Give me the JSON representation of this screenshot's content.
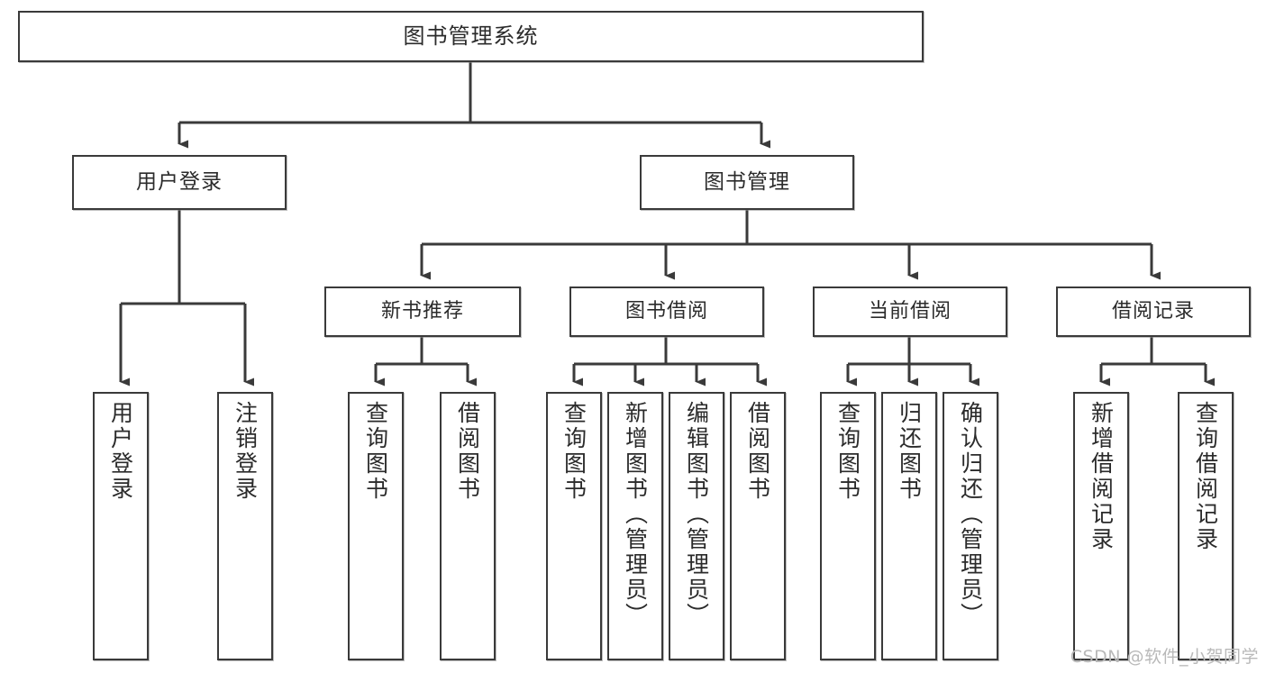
{
  "diagram": {
    "title": "图书管理系统",
    "type": "tree-hierarchy-diagram",
    "colors": {
      "box_border": "#3a3a3a",
      "box_fill": "#ffffff",
      "edge": "#3a3a3a",
      "text": "#2b2b2b",
      "background": "#ffffff",
      "watermark": "#b9b9b9"
    },
    "watermark": "CSDN @软件_小贺同学",
    "nodes": {
      "root": {
        "label": "图书管理系统"
      },
      "level1": [
        {
          "label": "用户登录"
        },
        {
          "label": "图书管理"
        }
      ],
      "level2": [
        {
          "label": "新书推荐"
        },
        {
          "label": "图书借阅"
        },
        {
          "label": "当前借阅"
        },
        {
          "label": "借阅记录"
        }
      ],
      "leaves": {
        "user_login": [
          {
            "label": "用户登录"
          },
          {
            "label": "注销登录"
          }
        ],
        "new_book_recommend": [
          {
            "label": "查询图书"
          },
          {
            "label": "借阅图书"
          }
        ],
        "book_borrow": [
          {
            "label": "查询图书"
          },
          {
            "label": "新增图书（管理员）"
          },
          {
            "label": "编辑图书（管理员）"
          },
          {
            "label": "借阅图书"
          }
        ],
        "current_borrow": [
          {
            "label": "查询图书"
          },
          {
            "label": "归还图书"
          },
          {
            "label": "确认归还（管理员）"
          }
        ],
        "borrow_record": [
          {
            "label": "新增借阅记录"
          },
          {
            "label": "查询借阅记录"
          }
        ]
      }
    }
  }
}
